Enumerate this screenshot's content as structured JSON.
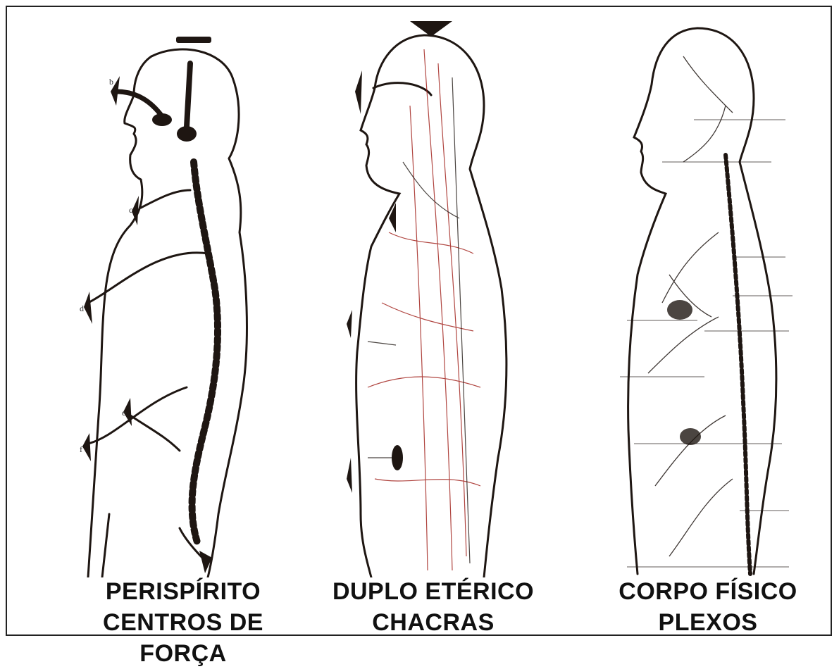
{
  "figures": [
    {
      "line1": "PERISPÍRITO",
      "line2": "CENTROS DE FORÇA",
      "markers": [
        "b",
        "c",
        "d",
        "e",
        "f"
      ]
    },
    {
      "line1": "DUPLO ETÉRICO",
      "line2": "CHACRAS"
    },
    {
      "line1": "CORPO FÍSICO",
      "line2": "PLEXOS"
    }
  ],
  "colors": {
    "ink": "#1e1612",
    "red": "#a3251f"
  }
}
